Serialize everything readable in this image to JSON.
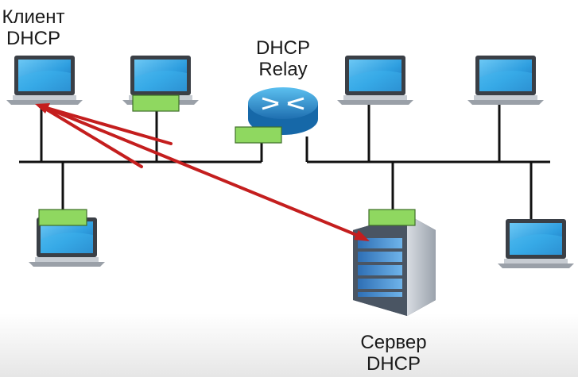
{
  "labels": {
    "client": [
      "Клиент",
      "DHCP"
    ],
    "relay": [
      "DHCP",
      "Relay"
    ],
    "server": [
      "Сервер",
      "DHCP"
    ]
  },
  "colors": {
    "background": "#ffffff",
    "bottom_fade": "#e6e6e6",
    "network_line": "#111111",
    "nic_fill": "#8fd860",
    "nic_stroke": "#3f6f2a",
    "arrow": "#c41e1e",
    "laptop_screen": "#2f9fe0",
    "laptop_body": "#9aa0a8",
    "router": "#1f86c8",
    "server": "#3a78c0"
  },
  "icons": {
    "laptop": "laptop-icon",
    "router": "router-icon",
    "server": "server-icon",
    "nic": "network-adapter-icon"
  }
}
